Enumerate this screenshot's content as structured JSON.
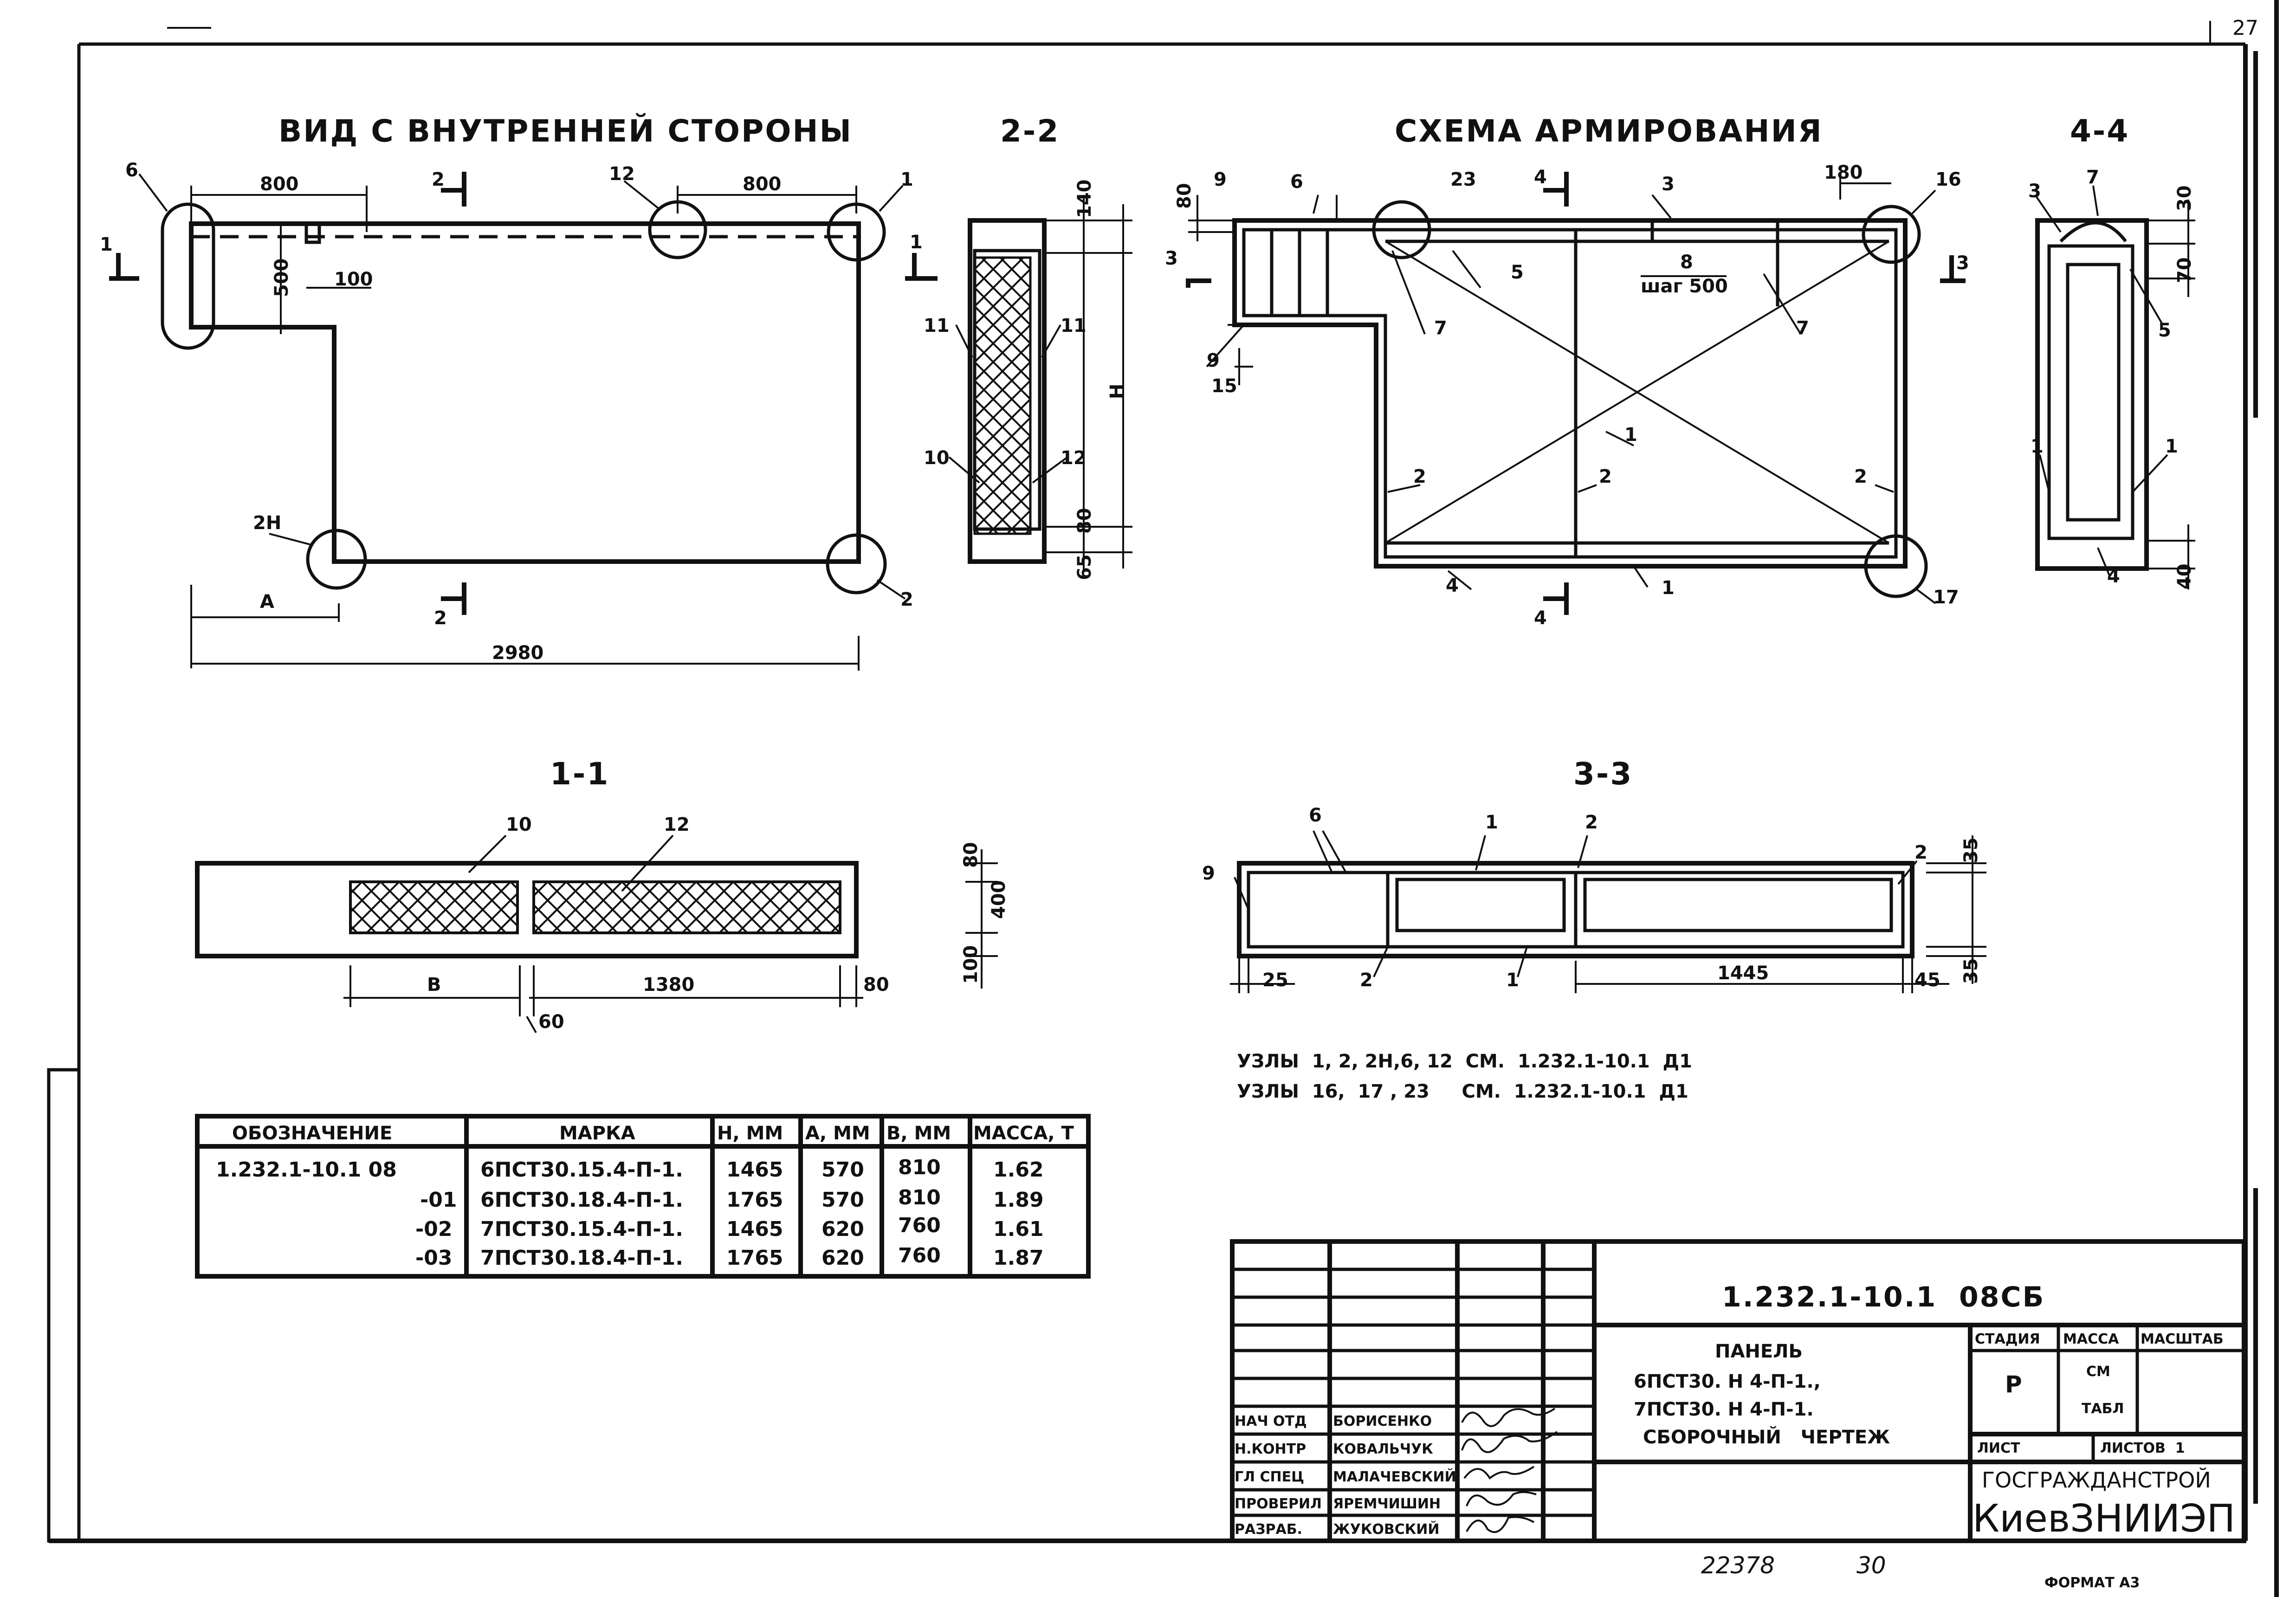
{
  "page_number": "27",
  "views": {
    "inner_side": "ВИД С ВНУТРЕННЕЙ СТОРОНЫ",
    "section_2_2": "2-2",
    "reinforcement": "СХЕМА АРМИРОВАНИЯ",
    "section_4_4": "4-4",
    "section_1_1": "1-1",
    "section_3_3": "3-3"
  },
  "dimensions": {
    "d800a": "800",
    "d800b": "800",
    "d500": "500",
    "d100": "100",
    "dA": "А",
    "d2980": "2980",
    "d140": "140",
    "dH": "Н",
    "d80s22": "80",
    "d65": "65",
    "d80top": "80",
    "d15": "15",
    "d180": "180",
    "step_n": "8",
    "step": "шаг 500",
    "d30": "30",
    "d70": "70",
    "d40": "40",
    "dB": "В",
    "d1380": "1380",
    "d80r": "80",
    "d60": "60",
    "d80v": "80",
    "d400": "400",
    "d100v": "100",
    "d25": "25",
    "d1445": "1445",
    "d45": "45",
    "d35a": "35",
    "d35b": "35"
  },
  "callouts": {
    "v1": [
      "6",
      "12",
      "1",
      "2Н",
      "2",
      "1",
      "1",
      "2",
      "2"
    ],
    "s22": [
      "11",
      "11",
      "10",
      "12"
    ],
    "arm": [
      "9",
      "6",
      "23",
      "3",
      "16",
      "5",
      "7",
      "7",
      "9",
      "1",
      "2",
      "2",
      "2",
      "4",
      "1",
      "17",
      "3",
      "3",
      "4",
      "4"
    ],
    "s44": [
      "3",
      "7",
      "5",
      "1",
      "1",
      "4"
    ],
    "s11": [
      "10",
      "12"
    ],
    "s33": [
      "6",
      "1",
      "2",
      "2",
      "9",
      "2",
      "1"
    ]
  },
  "nodes_notes": [
    "УЗЛЫ  1, 2, 2Н,6, 12  СМ.  1.232.1-10.1  Д1",
    "УЗЛЫ  16,  17 , 23     СМ.  1.232.1-10.1  Д1"
  ],
  "spec_table": {
    "headers": [
      "ОБОЗНАЧЕНИЕ",
      "МАРКА",
      "Н, ММ",
      "А, ММ",
      "В, ММ",
      "МАССА, Т"
    ],
    "rows": [
      [
        "1.232.1-10.1 08",
        "6ПСТ30.15.4-П-1.",
        "1465",
        "570",
        "810",
        "1.62"
      ],
      [
        "-01",
        "6ПСТ30.18.4-П-1.",
        "1765",
        "570",
        "810",
        "1.89"
      ],
      [
        "-02",
        "7ПСТ30.15.4-П-1.",
        "1465",
        "620",
        "760",
        "1.61"
      ],
      [
        "-03",
        "7ПСТ30.18.4-П-1.",
        "1765",
        "620",
        "760",
        "1.87"
      ]
    ]
  },
  "title_block": {
    "doc_code": "1.232.1-10.1  08СБ",
    "title_lines": [
      "ПАНЕЛЬ",
      "6ПСТ30. Н  4-П-1.,",
      "7ПСТ30. Н  4-П-1.",
      "СБОРОЧНЫЙ   ЧЕРТЕЖ"
    ],
    "stage_header": "СТАДИЯ",
    "mass_header": "МАССА",
    "scale_header": "МАСШТАБ",
    "stage": "Р",
    "mass_lines": [
      "СМ",
      "ТАБЛ"
    ],
    "sheet_label": "ЛИСТ",
    "sheets_label": "ЛИСТОВ  1",
    "org_top": "ГОСГРАЖДАНСТРОЙ",
    "org_bottom": "КиевЗНИИЭП",
    "staff": [
      {
        "role": "НАЧ ОТД",
        "name": "БОРИСЕНКО"
      },
      {
        "role": "Н.КОНТР",
        "name": "КОВАЛЬЧУК"
      },
      {
        "role": "ГЛ СПЕЦ",
        "name": "МАЛАЧЕВСКИЙ"
      },
      {
        "role": "ПРОВЕРИЛ",
        "name": "ЯРЕМЧИШИН"
      },
      {
        "role": "РАЗРАБ.",
        "name": "ЖУКОВСКИЙ"
      }
    ]
  },
  "footer": {
    "inv": "22378",
    "copy": "30",
    "format": "ФОРМАТ А3"
  }
}
